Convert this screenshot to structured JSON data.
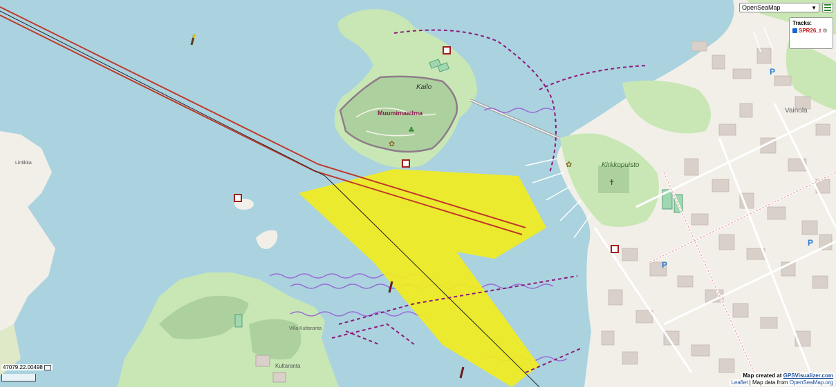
{
  "map_labels": {
    "kailo": "Kailo",
    "muumimaailma": "Muumimaailma",
    "kirkkopuisto": "Kirkkopuisto",
    "vainola": "Vainola",
    "lintikka": "Lintikka",
    "villa_kultaranta": "Villa Kultaranta",
    "kultaranta": "Kultaranta"
  },
  "controls": {
    "layer_select": "OpenSeaMap",
    "tracks_title": "Tracks:",
    "track_name": "SPR26_t"
  },
  "footer": {
    "coords": "47079.22.00498",
    "created_prefix": "Map created at",
    "created_link": "GPSVisualizer.com",
    "leaflet": "Leaflet",
    "separator": "| Map data from",
    "osm_link": "OpenSeaMap.org"
  },
  "colors": {
    "water": "#aad3df",
    "land": "#f2efe9",
    "park": "#c8e7b4",
    "forest": "#add19e",
    "yellow_area": "#f2ec1e",
    "track_red": "#c0392b",
    "dashed_route": "#8e1a7c",
    "wave_line": "#9a6ad6"
  }
}
